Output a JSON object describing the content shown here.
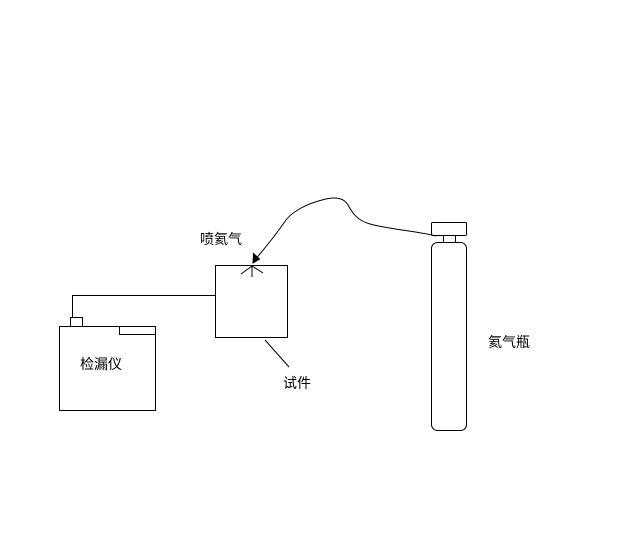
{
  "labels": {
    "leak_detector": "检漏仪",
    "spray_helium": "喷氦气",
    "test_piece": "试件",
    "helium_cylinder": "氦气瓶"
  },
  "colors": {
    "stroke": "#000000",
    "background": "#ffffff"
  }
}
